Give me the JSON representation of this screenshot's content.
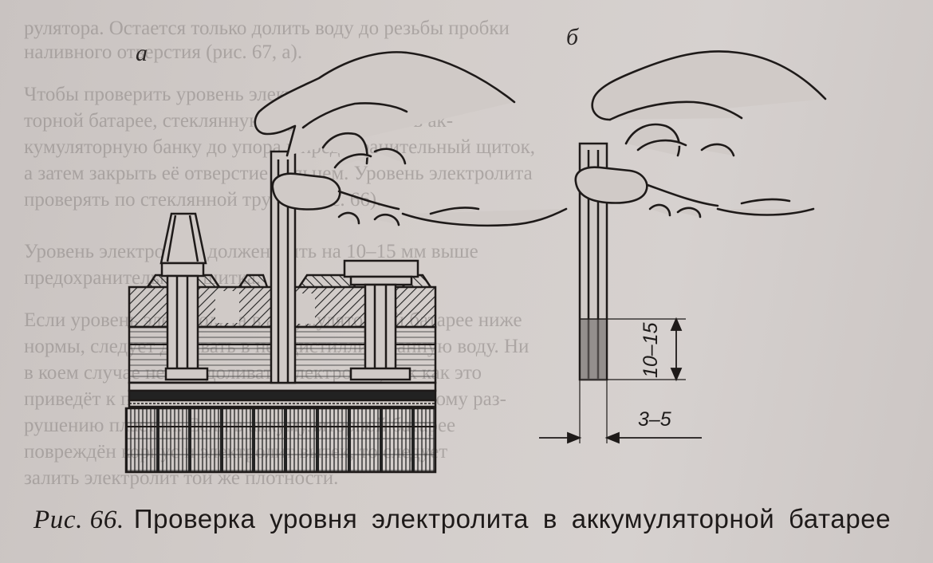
{
  "figure": {
    "panel_a_label": "а",
    "panel_b_label": "б",
    "dim_height": "10–15",
    "dim_width": "3–5"
  },
  "caption": {
    "figure_number": "Рис. 66.",
    "title": "Проверка уровня электролита в аккумуляторной батарее"
  },
  "background_text": [
    "рулятора. Остается только долить воду до резьбы пробки",
    "наливного отверстия (рис. 67, а).",
    "Чтобы проверить уровень электролита в аккумуля-",
    "торной батарее, стеклянную трубку опустить в ак-",
    "кумуляторную банку до упора в предохранительный щиток,",
    "а затем закрыть её отверстие пальцем. Уровень электролита",
    "проверять по стеклянной трубке (рис. 66).",
    "Уровень электролита должен быть на 10–15 мм выше",
    "предохранительного щитка.",
    "Если уровень электролита в аккумуляторной батарее ниже",
    "нормы, следует доливать в неё дистиллированную воду. Ни",
    "в коем случае нельзя доливать электролит, так как это",
    "приведёт к повышению его плотности и к быстрому раз-",
    "рушению пластин. Если в аккумуляторной батарее",
    "повреждён корпус и электролит вытек, то следует",
    "залить электролит той же плотности."
  ],
  "colors": {
    "paper": "#d1cbc8",
    "ink": "#1e1a19"
  }
}
